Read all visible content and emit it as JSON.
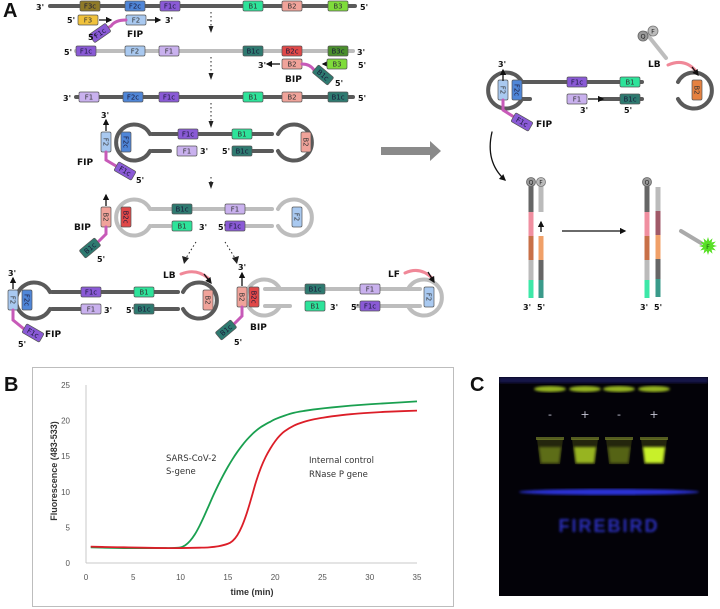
{
  "panels": {
    "A": {
      "letter": "A"
    },
    "B": {
      "letter": "B"
    },
    "C": {
      "letter": "C"
    }
  },
  "diagram_A": {
    "ends": {
      "three_prime": "3'",
      "five_prime": "5'"
    },
    "primers": {
      "FIP": "FIP",
      "BIP": "BIP",
      "LB": "LB",
      "LF": "LF"
    },
    "segments": {
      "F3c": "F3c",
      "F2c": "F2c",
      "F1c": "F1c",
      "B1": "B1",
      "B2": "B2",
      "B3": "B3",
      "F3": "F3",
      "F2": "F2",
      "F1": "F1",
      "B1c": "B1c",
      "B2c": "B2c",
      "B3c": "B3c"
    },
    "probe_labels": {
      "Q": "Q",
      "F": "F"
    },
    "colors": {
      "F3c": "#8f7a28",
      "F3": "#f0c23c",
      "F2c": "#4f86d8",
      "F2": "#a9c9f0",
      "F1c": "#8a5ad6",
      "F1": "#c9b1ee",
      "B1": "#2de39a",
      "B1c": "#2e7a70",
      "B2": "#f0a39a",
      "B2c": "#e04848",
      "B3": "#7fdc3a",
      "B3c": "#4a8f2c",
      "strand_dark": "#5a5a5a",
      "strand_light": "#bdbdbd",
      "linker": "#c75ab8",
      "loop_primer": "#f08898",
      "probe_orange": "#e58140",
      "fluor": "#58e026"
    }
  },
  "chart_data": {
    "type": "line",
    "title": "",
    "xlabel": "time (min)",
    "ylabel": "Fluorescence (483-533)",
    "xlim": [
      0,
      35
    ],
    "ylim": [
      0,
      25
    ],
    "xticks": [
      0,
      5,
      10,
      15,
      20,
      25,
      30,
      35
    ],
    "yticks": [
      0,
      5,
      10,
      15,
      20,
      25
    ],
    "grid": false,
    "series": [
      {
        "name": "SARS-CoV-2 S-gene",
        "label_lines": [
          "SARS-CoV-2",
          "S-gene"
        ],
        "color": "#1aa050",
        "x": [
          0.5,
          2,
          4,
          6,
          8,
          9,
          10,
          10.5,
          11,
          11.5,
          12,
          12.5,
          13,
          13.5,
          14,
          14.5,
          15,
          15.5,
          16,
          16.5,
          17,
          17.5,
          18,
          18.5,
          19,
          19.5,
          20,
          21,
          22,
          23,
          24,
          26,
          28,
          30,
          32,
          35
        ],
        "y": [
          2.2,
          2.15,
          2.1,
          2.1,
          2.1,
          2.1,
          2.2,
          2.5,
          3.1,
          4.0,
          5.2,
          6.6,
          8.1,
          9.6,
          11.0,
          12.3,
          13.5,
          14.6,
          15.6,
          16.5,
          17.3,
          18.0,
          18.6,
          19.1,
          19.5,
          19.85,
          20.2,
          20.7,
          21.1,
          21.35,
          21.55,
          21.85,
          22.1,
          22.3,
          22.45,
          22.7
        ]
      },
      {
        "name": "Internal control RNase P gene",
        "label_lines": [
          "Internal control",
          "RNase P gene"
        ],
        "color": "#dc1e28",
        "x": [
          0.5,
          2,
          4,
          6,
          8,
          10,
          12,
          13,
          14,
          15,
          15.5,
          16,
          16.5,
          17,
          17.5,
          18,
          18.5,
          19,
          19.5,
          20,
          20.5,
          21,
          22,
          23,
          24,
          25,
          26,
          28,
          30,
          32,
          35
        ],
        "y": [
          2.3,
          2.25,
          2.2,
          2.15,
          2.1,
          2.1,
          2.15,
          2.2,
          2.35,
          2.7,
          3.1,
          3.9,
          5.2,
          7.0,
          9.2,
          11.5,
          13.4,
          14.9,
          16.1,
          17.1,
          17.9,
          18.5,
          19.3,
          19.8,
          20.15,
          20.4,
          20.6,
          20.9,
          21.1,
          21.25,
          21.4
        ]
      }
    ]
  },
  "photo_C": {
    "tube_labels": [
      "-",
      "+",
      "-",
      "+"
    ],
    "tube_glow": [
      0.35,
      0.7,
      0.3,
      1.0
    ],
    "brand_text": "FIREBIRD",
    "colors": {
      "background": "#030208",
      "glow": "#c8f02a",
      "uv": "#2a33d6",
      "sign": "#c8c8d8"
    }
  }
}
